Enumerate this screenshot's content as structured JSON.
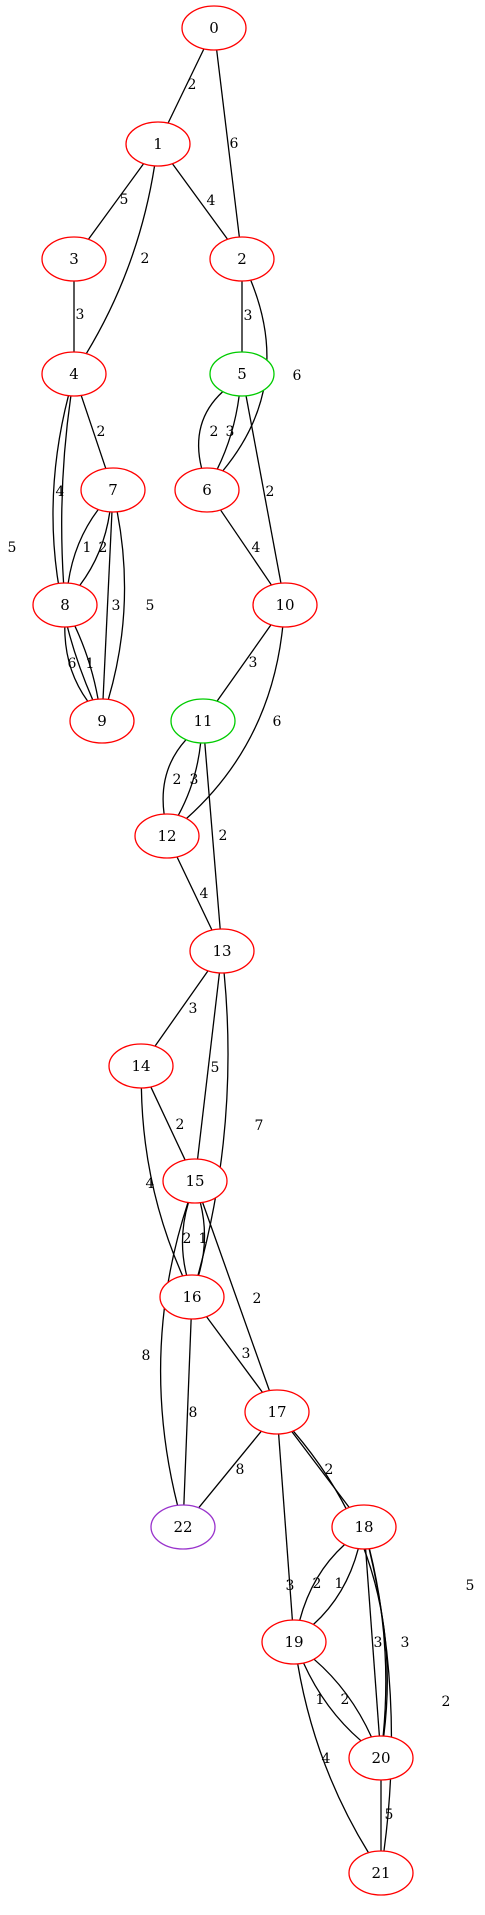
{
  "colors": {
    "default_node": "#ff0000",
    "green_node": "#00cc00",
    "purple_node": "#9933cc",
    "edge": "#000000"
  },
  "nodes": [
    {
      "id": "0",
      "label": "0",
      "color": "red"
    },
    {
      "id": "1",
      "label": "1",
      "color": "red"
    },
    {
      "id": "2",
      "label": "2",
      "color": "red"
    },
    {
      "id": "3",
      "label": "3",
      "color": "red"
    },
    {
      "id": "4",
      "label": "4",
      "color": "red"
    },
    {
      "id": "5",
      "label": "5",
      "color": "green"
    },
    {
      "id": "6",
      "label": "6",
      "color": "red"
    },
    {
      "id": "7",
      "label": "7",
      "color": "red"
    },
    {
      "id": "8",
      "label": "8",
      "color": "red"
    },
    {
      "id": "9",
      "label": "9",
      "color": "red"
    },
    {
      "id": "10",
      "label": "10",
      "color": "red"
    },
    {
      "id": "11",
      "label": "11",
      "color": "green"
    },
    {
      "id": "12",
      "label": "12",
      "color": "red"
    },
    {
      "id": "13",
      "label": "13",
      "color": "red"
    },
    {
      "id": "14",
      "label": "14",
      "color": "red"
    },
    {
      "id": "15",
      "label": "15",
      "color": "red"
    },
    {
      "id": "16",
      "label": "16",
      "color": "red"
    },
    {
      "id": "17",
      "label": "17",
      "color": "red"
    },
    {
      "id": "18",
      "label": "18",
      "color": "red"
    },
    {
      "id": "19",
      "label": "19",
      "color": "red"
    },
    {
      "id": "20",
      "label": "20",
      "color": "red"
    },
    {
      "id": "21",
      "label": "21",
      "color": "red"
    },
    {
      "id": "22",
      "label": "22",
      "color": "purple"
    }
  ],
  "edges": [
    {
      "from": "0",
      "to": "1",
      "label": "2"
    },
    {
      "from": "0",
      "to": "2",
      "label": "6"
    },
    {
      "from": "1",
      "to": "3",
      "label": "5"
    },
    {
      "from": "1",
      "to": "4",
      "label": "2"
    },
    {
      "from": "1",
      "to": "2",
      "label": "4"
    },
    {
      "from": "2",
      "to": "5",
      "label": "3"
    },
    {
      "from": "2",
      "to": "6",
      "label": "6"
    },
    {
      "from": "3",
      "to": "4",
      "label": "3"
    },
    {
      "from": "4",
      "to": "7",
      "label": "2"
    },
    {
      "from": "4",
      "to": "8",
      "label": "4"
    },
    {
      "from": "4",
      "to": "9",
      "label": "5"
    },
    {
      "from": "5",
      "to": "6",
      "label": "2"
    },
    {
      "from": "5",
      "to": "6",
      "label": "3"
    },
    {
      "from": "5",
      "to": "10",
      "label": "2"
    },
    {
      "from": "6",
      "to": "10",
      "label": "4"
    },
    {
      "from": "7",
      "to": "8",
      "label": "1"
    },
    {
      "from": "7",
      "to": "8",
      "label": "2"
    },
    {
      "from": "7",
      "to": "9",
      "label": "3"
    },
    {
      "from": "7",
      "to": "9",
      "label": "5"
    },
    {
      "from": "8",
      "to": "9",
      "label": "6"
    },
    {
      "from": "8",
      "to": "9",
      "label": "1"
    },
    {
      "from": "10",
      "to": "11",
      "label": "3"
    },
    {
      "from": "10",
      "to": "12",
      "label": "6"
    },
    {
      "from": "11",
      "to": "12",
      "label": "2"
    },
    {
      "from": "11",
      "to": "12",
      "label": "3"
    },
    {
      "from": "11",
      "to": "13",
      "label": "2"
    },
    {
      "from": "12",
      "to": "13",
      "label": "4"
    },
    {
      "from": "13",
      "to": "14",
      "label": "3"
    },
    {
      "from": "13",
      "to": "15",
      "label": "5"
    },
    {
      "from": "13",
      "to": "16",
      "label": "7"
    },
    {
      "from": "14",
      "to": "15",
      "label": "2"
    },
    {
      "from": "14",
      "to": "16",
      "label": "4"
    },
    {
      "from": "15",
      "to": "16",
      "label": "2"
    },
    {
      "from": "15",
      "to": "16",
      "label": "1"
    },
    {
      "from": "15",
      "to": "17",
      "label": "2"
    },
    {
      "from": "15",
      "to": "22",
      "label": "8"
    },
    {
      "from": "16",
      "to": "17",
      "label": "3"
    },
    {
      "from": "16",
      "to": "22",
      "label": "8"
    },
    {
      "from": "17",
      "to": "22",
      "label": "8"
    },
    {
      "from": "17",
      "to": "18",
      "label": "2"
    },
    {
      "from": "17",
      "to": "19",
      "label": "3"
    },
    {
      "from": "17",
      "to": "20",
      "label": "5"
    },
    {
      "from": "18",
      "to": "19",
      "label": "2"
    },
    {
      "from": "18",
      "to": "19",
      "label": "1"
    },
    {
      "from": "18",
      "to": "20",
      "label": "3"
    },
    {
      "from": "18",
      "to": "20",
      "label": "3"
    },
    {
      "from": "18",
      "to": "21",
      "label": "2"
    },
    {
      "from": "19",
      "to": "20",
      "label": "1"
    },
    {
      "from": "19",
      "to": "20",
      "label": "2"
    },
    {
      "from": "19",
      "to": "21",
      "label": "4"
    },
    {
      "from": "20",
      "to": "21",
      "label": "5"
    }
  ]
}
